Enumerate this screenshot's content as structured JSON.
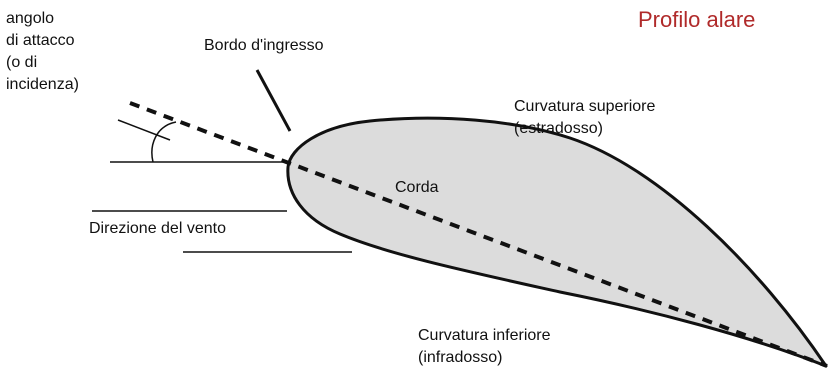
{
  "title": "Profilo alare",
  "labels": {
    "angle": [
      "angolo",
      "di attacco",
      "(o di",
      "incidenza)"
    ],
    "leading_edge": "Bordo d'ingresso",
    "upper_camber": [
      "Curvatura superiore",
      "(estradosso)"
    ],
    "chord": "Corda",
    "wind_direction": "Direzione del vento",
    "lower_camber": [
      "Curvatura inferiore",
      "(infradosso)"
    ]
  },
  "colors": {
    "title": "#b02a2a",
    "airfoil_fill": "#dcdcdc",
    "line": "#111111"
  }
}
